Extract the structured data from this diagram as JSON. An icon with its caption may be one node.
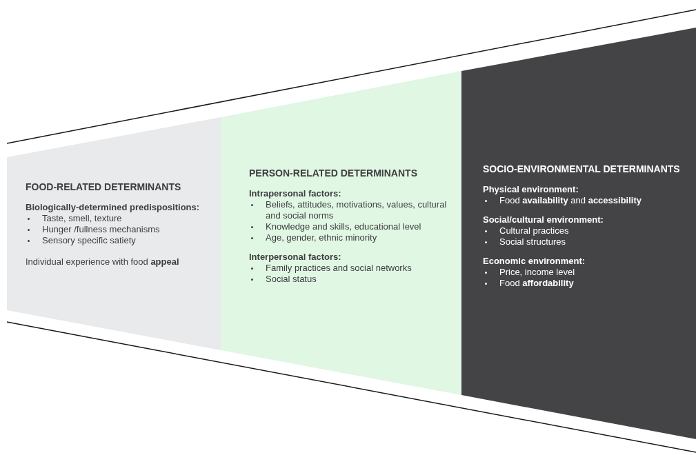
{
  "diagram": {
    "nodes": [
      {
        "text": [
          "FOOD-RELATED DETERMINANTS",
          "Biologically-determined predispositions:",
          "Taste, smell, texture",
          "Hunger /fullness mechanisms",
          "Sensory specific satiety",
          "Individual experience with food **appeal**"
        ]
      },
      {
        "text": [
          "PERSON-RELATED DETERMINANTS",
          "Intrapersonal factors:",
          "Beliefs, attitudes, motivations, values, cultural and social norms",
          "Knowledge and skills, educational level",
          "Age, gender, ethnic minority",
          "Interpersonal factors:",
          "Family practices and social networks",
          "Social status"
        ]
      },
      {
        "text": [
          "SOCIO-ENVIRONMENTAL DETERMINANTS",
          "Physical environment:",
          "Food **availability** and **accessibility**",
          "Social/cultural environment:",
          "Cultural practices",
          "Social structures",
          "Economic environment:",
          "Price, income level",
          "Food **affordability**"
        ]
      }
    ]
  }
}
